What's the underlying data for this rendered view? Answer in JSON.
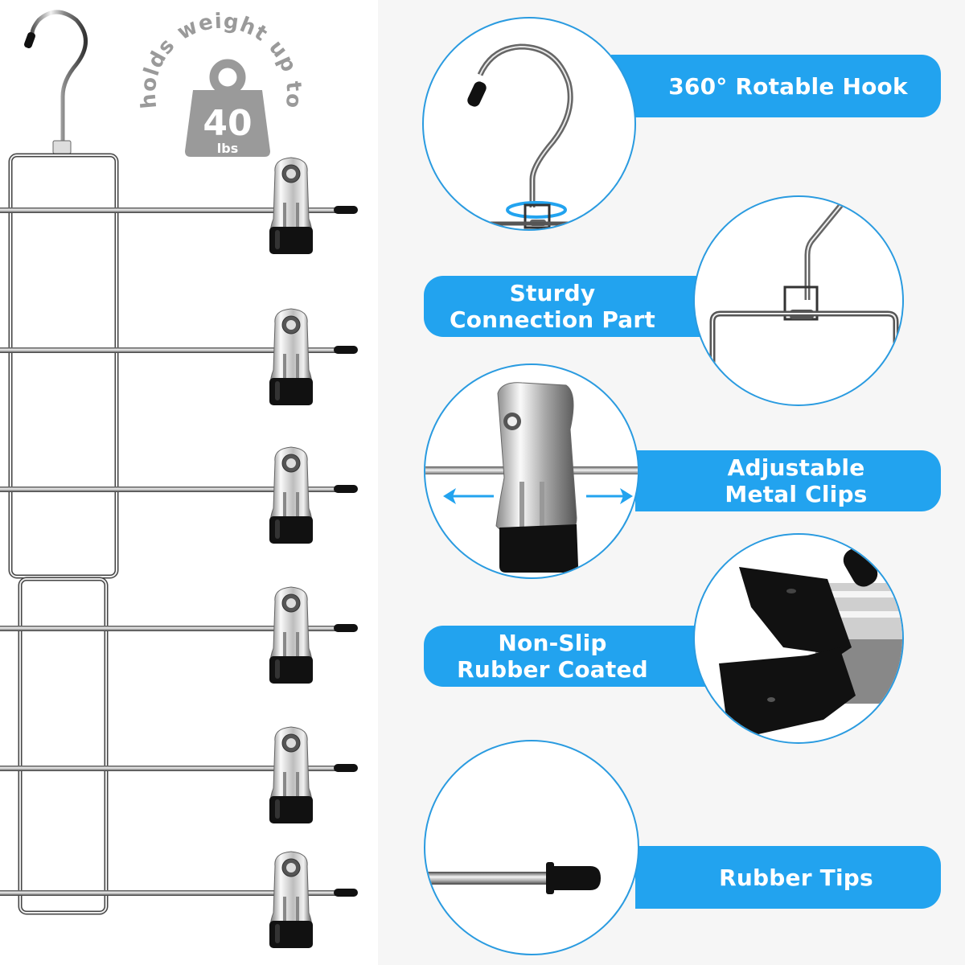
{
  "weight_badge": {
    "arc_text": "holds weight up to",
    "value": "40",
    "unit": "lbs"
  },
  "features": [
    {
      "id": "hook",
      "lines": [
        "360° Rotable Hook"
      ]
    },
    {
      "id": "connection",
      "lines": [
        "Sturdy",
        "Connection Part"
      ]
    },
    {
      "id": "clips",
      "lines": [
        "Adjustable",
        "Metal Clips"
      ]
    },
    {
      "id": "rubber-coated",
      "lines": [
        "Non-Slip",
        "Rubber Coated"
      ]
    },
    {
      "id": "tips",
      "lines": [
        "Rubber Tips"
      ]
    }
  ],
  "hanger": {
    "tiers": 6,
    "clip_count": 6
  },
  "colors": {
    "accent_blue": "#22a3ef",
    "circle_border": "#2a9be0",
    "weight_gray": "#9a9a9a",
    "rubber_black": "#111111",
    "panel_gray": "#f6f6f6"
  }
}
